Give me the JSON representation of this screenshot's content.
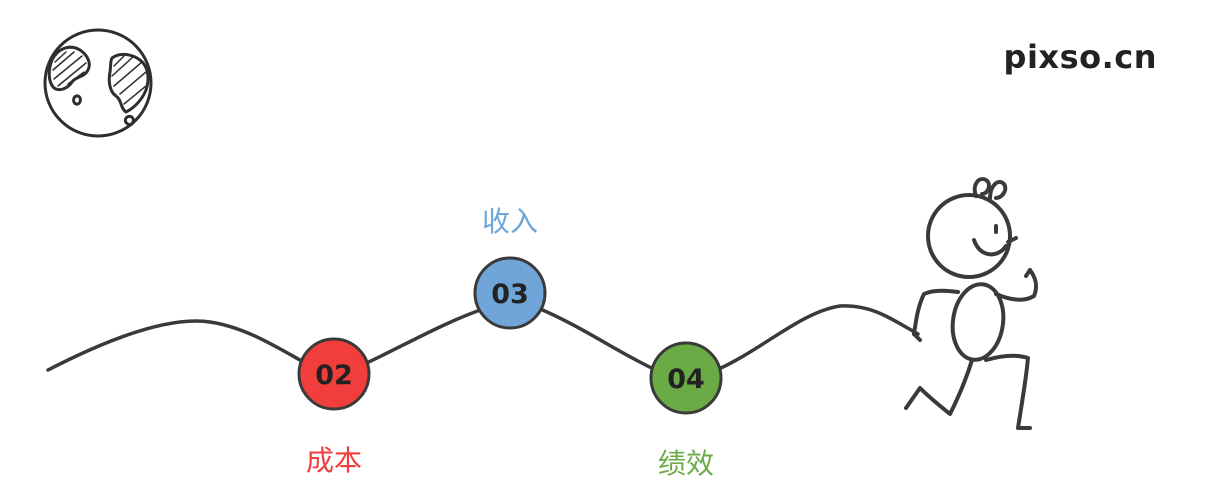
{
  "brand": {
    "text": "pixso.cn"
  },
  "colors": {
    "ink": "#3a3a3a",
    "step_02": "#f23d3d",
    "step_03": "#6fa5d8",
    "step_04": "#6aab45"
  },
  "icons": {
    "globe": "globe-icon",
    "runner": "running-stick-figure"
  },
  "steps": [
    {
      "number": "02",
      "label": "成本",
      "color": "#f23d3d"
    },
    {
      "number": "03",
      "label": "收入",
      "color": "#6fa5d8"
    },
    {
      "number": "04",
      "label": "绩效",
      "color": "#6aab45"
    }
  ]
}
